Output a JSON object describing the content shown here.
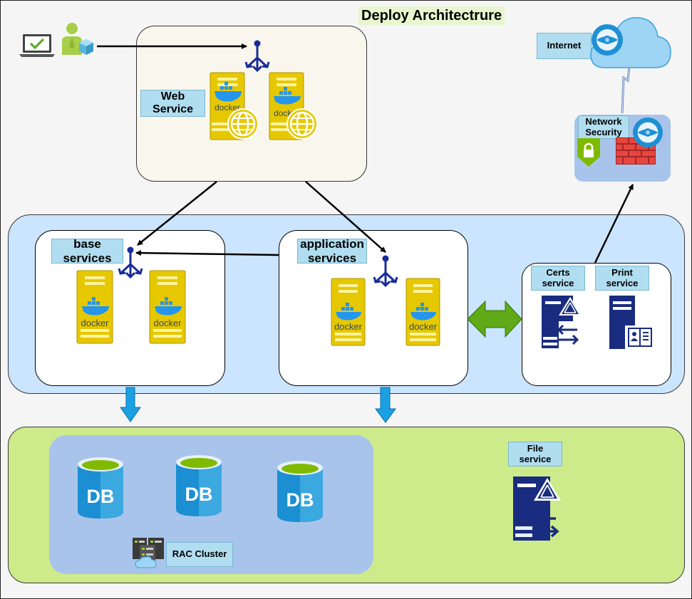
{
  "title": "Deploy Architectrure",
  "labels": {
    "web_service": "Web\nService",
    "base_services": "base\nservices",
    "application_services": "application\nservices",
    "certs_service": "Certs\nservice",
    "print_service": "Print\nservice",
    "internet": "Internet",
    "network_security": "Network\nSecurity",
    "file_service": "File\nservice",
    "rac_cluster": "RAC Cluster"
  },
  "db_labels": [
    "DB",
    "DB",
    "DB"
  ],
  "docker_text": "docker",
  "colors": {
    "lightblue_zone": "#cce5ff",
    "green_zone": "#cdeb8b",
    "db_zone": "#a9c4eb",
    "web_box": "#f9f7ed",
    "label_fill": "#b1ddf0",
    "server_yellow": "#e6c800",
    "azure_blue": "#1e90d6",
    "navy": "#1a2c80",
    "green_arrow": "#60a917",
    "down_arrow": "#1ba1e2"
  }
}
